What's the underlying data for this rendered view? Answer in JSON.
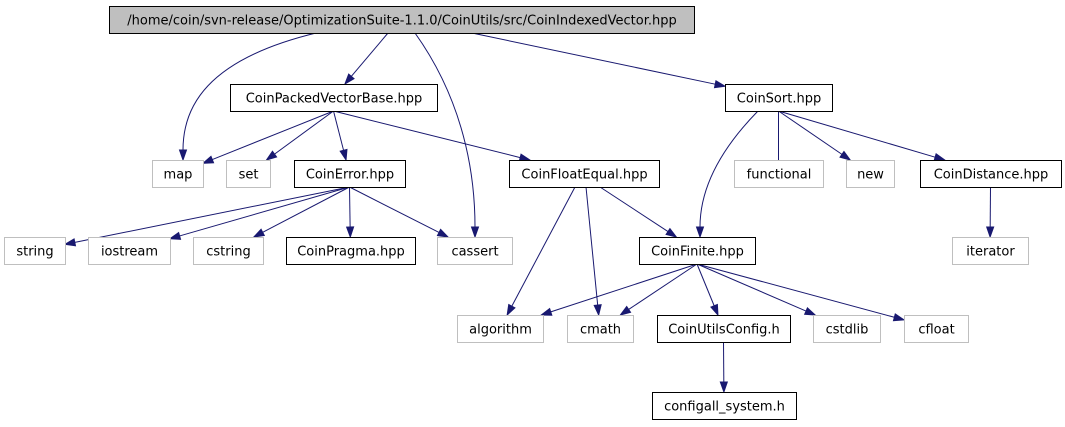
{
  "nodes": [
    {
      "id": "root",
      "label": "/home/coin/svn-release/OptimizationSuite-1.1.0/CoinUtils/src/CoinIndexedVector.hpp",
      "kind": "root"
    },
    {
      "id": "cpvb",
      "label": "CoinPackedVectorBase.hpp",
      "kind": "local"
    },
    {
      "id": "csort",
      "label": "CoinSort.hpp",
      "kind": "local"
    },
    {
      "id": "map",
      "label": "map",
      "kind": "system"
    },
    {
      "id": "set",
      "label": "set",
      "kind": "system"
    },
    {
      "id": "cerr",
      "label": "CoinError.hpp",
      "kind": "local"
    },
    {
      "id": "cfe",
      "label": "CoinFloatEqual.hpp",
      "kind": "local"
    },
    {
      "id": "func",
      "label": "functional",
      "kind": "system"
    },
    {
      "id": "new",
      "label": "new",
      "kind": "system"
    },
    {
      "id": "cdist",
      "label": "CoinDistance.hpp",
      "kind": "local"
    },
    {
      "id": "string",
      "label": "string",
      "kind": "system"
    },
    {
      "id": "iostream",
      "label": "iostream",
      "kind": "system"
    },
    {
      "id": "cstring",
      "label": "cstring",
      "kind": "system"
    },
    {
      "id": "cprag",
      "label": "CoinPragma.hpp",
      "kind": "local"
    },
    {
      "id": "cassert",
      "label": "cassert",
      "kind": "system"
    },
    {
      "id": "cfin",
      "label": "CoinFinite.hpp",
      "kind": "local"
    },
    {
      "id": "iter",
      "label": "iterator",
      "kind": "system"
    },
    {
      "id": "algo",
      "label": "algorithm",
      "kind": "system"
    },
    {
      "id": "cmath",
      "label": "cmath",
      "kind": "system"
    },
    {
      "id": "cuc",
      "label": "CoinUtilsConfig.h",
      "kind": "local"
    },
    {
      "id": "cstdlib",
      "label": "cstdlib",
      "kind": "system"
    },
    {
      "id": "cfloat",
      "label": "cfloat",
      "kind": "system"
    },
    {
      "id": "cfgsys",
      "label": "configall_system.h",
      "kind": "local"
    }
  ],
  "edges": [
    [
      "root",
      "cpvb"
    ],
    [
      "root",
      "map"
    ],
    [
      "root",
      "cassert"
    ],
    [
      "root",
      "csort"
    ],
    [
      "cpvb",
      "map"
    ],
    [
      "cpvb",
      "set"
    ],
    [
      "cpvb",
      "cerr"
    ],
    [
      "cpvb",
      "cfe"
    ],
    [
      "cerr",
      "string"
    ],
    [
      "cerr",
      "iostream"
    ],
    [
      "cerr",
      "cstring"
    ],
    [
      "cerr",
      "cprag"
    ],
    [
      "cerr",
      "cassert"
    ],
    [
      "cfe",
      "algo"
    ],
    [
      "cfe",
      "cmath"
    ],
    [
      "cfe",
      "cfin"
    ],
    [
      "csort",
      "cfin"
    ],
    [
      "csort",
      "func"
    ],
    [
      "csort",
      "new"
    ],
    [
      "csort",
      "cdist"
    ],
    [
      "cdist",
      "iter"
    ],
    [
      "cfin",
      "algo"
    ],
    [
      "cfin",
      "cmath"
    ],
    [
      "cfin",
      "cuc"
    ],
    [
      "cfin",
      "cstdlib"
    ],
    [
      "cfin",
      "cfloat"
    ],
    [
      "cuc",
      "cfgsys"
    ]
  ],
  "colors": {
    "root_fill": "#bfbfbf",
    "local_border": "#000000",
    "system_border": "#bfbfbf",
    "edge": "#191970"
  }
}
